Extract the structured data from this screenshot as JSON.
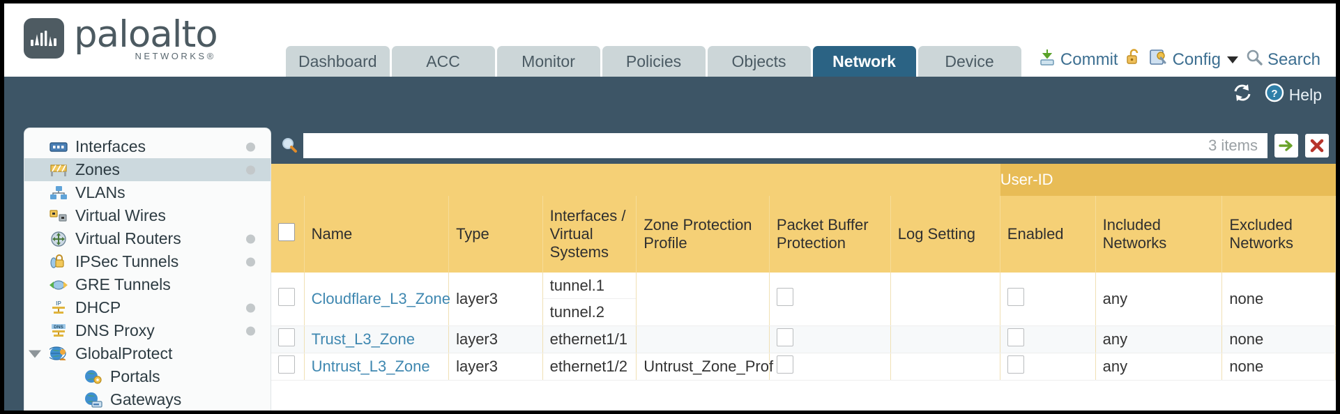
{
  "brand": {
    "name": "paloalto",
    "tagline": "NETWORKS®"
  },
  "nav": {
    "tabs": [
      {
        "label": "Dashboard",
        "active": false
      },
      {
        "label": "ACC",
        "active": false
      },
      {
        "label": "Monitor",
        "active": false
      },
      {
        "label": "Policies",
        "active": false
      },
      {
        "label": "Objects",
        "active": false
      },
      {
        "label": "Network",
        "active": true
      },
      {
        "label": "Device",
        "active": false
      }
    ]
  },
  "top_actions": {
    "commit": "Commit",
    "lock_icon": "unlock-icon",
    "config": "Config",
    "search": "Search"
  },
  "strip": {
    "refresh_icon": "refresh-icon",
    "help": "Help"
  },
  "sidebar": {
    "items": [
      {
        "label": "Interfaces",
        "icon": "interfaces-icon",
        "selected": false,
        "dot": true,
        "child": false,
        "expander": false
      },
      {
        "label": "Zones",
        "icon": "zones-icon",
        "selected": true,
        "dot": true,
        "child": false,
        "expander": false
      },
      {
        "label": "VLANs",
        "icon": "vlans-icon",
        "selected": false,
        "dot": false,
        "child": false,
        "expander": false
      },
      {
        "label": "Virtual Wires",
        "icon": "virtual-wires-icon",
        "selected": false,
        "dot": false,
        "child": false,
        "expander": false
      },
      {
        "label": "Virtual Routers",
        "icon": "virtual-routers-icon",
        "selected": false,
        "dot": true,
        "child": false,
        "expander": false
      },
      {
        "label": "IPSec Tunnels",
        "icon": "ipsec-tunnels-icon",
        "selected": false,
        "dot": true,
        "child": false,
        "expander": false
      },
      {
        "label": "GRE Tunnels",
        "icon": "gre-tunnels-icon",
        "selected": false,
        "dot": false,
        "child": false,
        "expander": false
      },
      {
        "label": "DHCP",
        "icon": "dhcp-icon",
        "selected": false,
        "dot": true,
        "child": false,
        "expander": false
      },
      {
        "label": "DNS Proxy",
        "icon": "dns-proxy-icon",
        "selected": false,
        "dot": true,
        "child": false,
        "expander": false
      },
      {
        "label": "GlobalProtect",
        "icon": "globalprotect-icon",
        "selected": false,
        "dot": false,
        "child": false,
        "expander": true
      },
      {
        "label": "Portals",
        "icon": "portals-icon",
        "selected": false,
        "dot": false,
        "child": true,
        "expander": false
      },
      {
        "label": "Gateways",
        "icon": "gateways-icon",
        "selected": false,
        "dot": false,
        "child": true,
        "expander": false
      }
    ]
  },
  "search": {
    "value": "",
    "placeholder": "",
    "item_count": "3 items",
    "go_icon": "green-arrow-icon",
    "clear_icon": "red-x-icon",
    "icon": "search-magnifier-icon"
  },
  "table": {
    "group_header": "User-ID",
    "columns": [
      "Name",
      "Type",
      "Interfaces / Virtual Systems",
      "Zone Protection Profile",
      "Packet Buffer Protection",
      "Log Setting",
      "Enabled",
      "Included Networks",
      "Excluded Networks"
    ],
    "rows": [
      {
        "name": "Cloudflare_L3_Zone",
        "type": "layer3",
        "interfaces": [
          "tunnel.1",
          "tunnel.2"
        ],
        "zone_protection_profile": "",
        "packet_buffer_protection": false,
        "log_setting": "",
        "userid_enabled": false,
        "included_networks": "any",
        "excluded_networks": "none"
      },
      {
        "name": "Trust_L3_Zone",
        "type": "layer3",
        "interfaces": [
          "ethernet1/1"
        ],
        "zone_protection_profile": "",
        "packet_buffer_protection": false,
        "log_setting": "",
        "userid_enabled": false,
        "included_networks": "any",
        "excluded_networks": "none"
      },
      {
        "name": "Untrust_L3_Zone",
        "type": "layer3",
        "interfaces": [
          "ethernet1/2"
        ],
        "zone_protection_profile": "Untrust_Zone_Prof",
        "packet_buffer_protection": false,
        "log_setting": "",
        "userid_enabled": false,
        "included_networks": "any",
        "excluded_networks": "none"
      }
    ]
  },
  "colors": {
    "brand_blue": "#3d5566",
    "active_tab": "#2b6384",
    "table_header": "#f5d076",
    "userid_header": "#e8bc56",
    "link": "#3e87b0"
  }
}
